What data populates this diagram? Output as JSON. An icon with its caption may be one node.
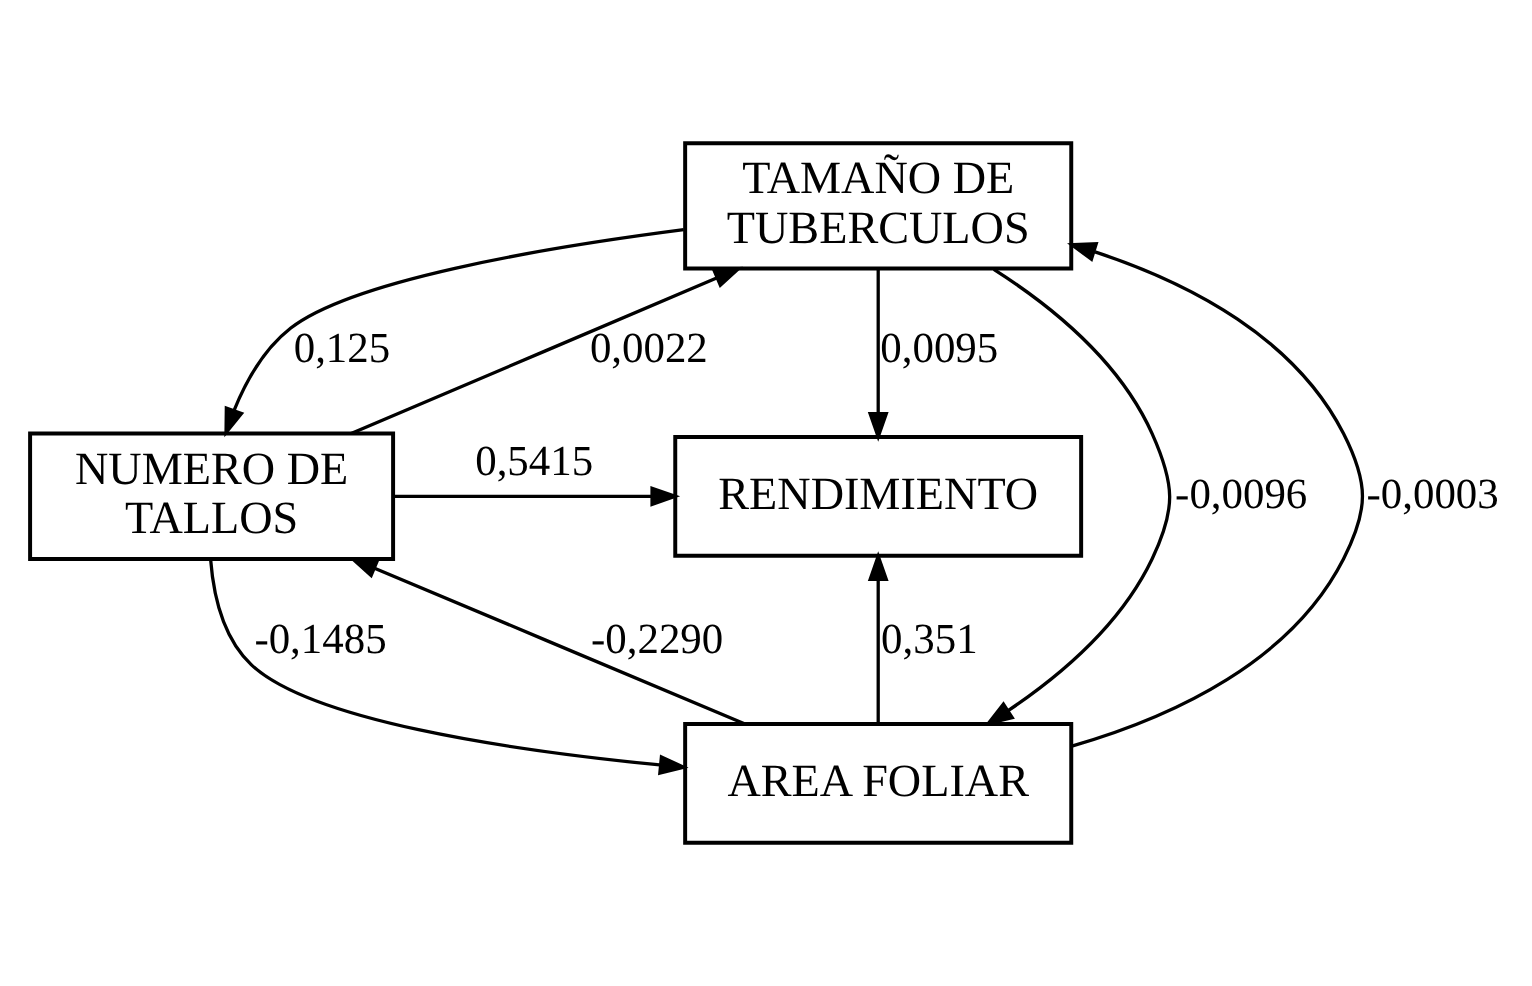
{
  "diagram": {
    "nodes": [
      {
        "text": [
          "TAMAÑO DE TUBERCULOS"
        ]
      },
      {
        "text": [
          "RENDIMIENTO"
        ]
      },
      {
        "text": [
          "NUMERO DE TALLOS"
        ]
      },
      {
        "text": [
          "AREA FOLIAR"
        ]
      }
    ],
    "edges": [
      {
        "from": 0,
        "to": 1,
        "arrow": "to",
        "label": "0,0095"
      },
      {
        "from": 0,
        "to": 2,
        "arrow": "to",
        "label": "0,125"
      },
      {
        "from": 2,
        "to": 0,
        "arrow": "to",
        "label": "0,0022"
      },
      {
        "from": 2,
        "to": 1,
        "arrow": "to",
        "label": "0,5415"
      },
      {
        "from": 2,
        "to": 3,
        "arrow": "to",
        "label": "-0,1485"
      },
      {
        "from": 3,
        "to": 2,
        "arrow": "to",
        "label": "-0,2290"
      },
      {
        "from": 3,
        "to": 1,
        "arrow": "to",
        "label": "0,351"
      },
      {
        "from": 0,
        "to": 3,
        "arrow": "to",
        "label": "-0,0096"
      },
      {
        "from": 3,
        "to": 0,
        "arrow": "to",
        "label": "-0,0003"
      }
    ]
  }
}
